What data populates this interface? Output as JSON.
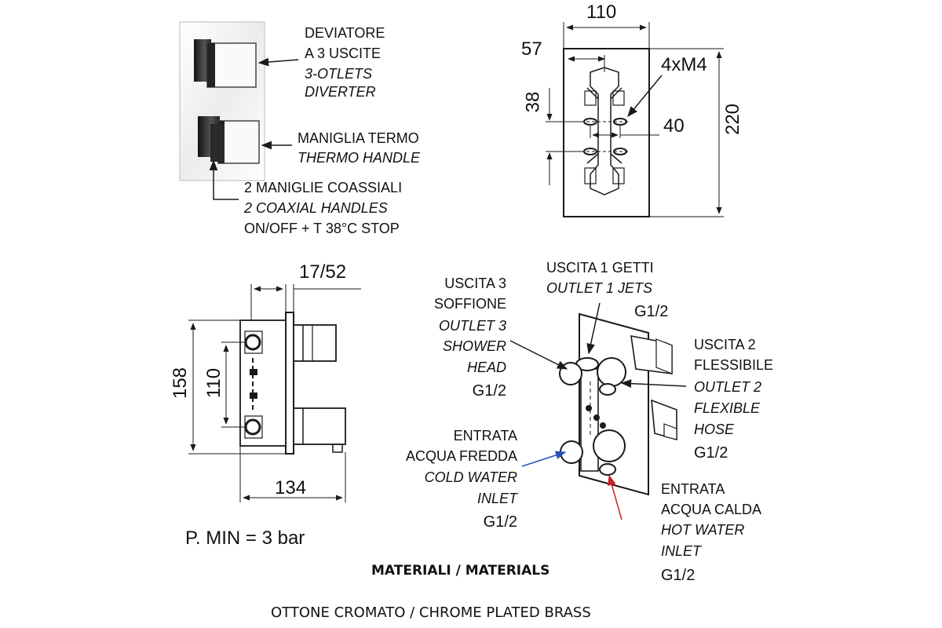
{
  "colors": {
    "line": "#1a1a1a",
    "cold_arrow": "#2b4fb8",
    "hot_arrow": "#c8202b",
    "chrome_light": "#f4f4f4",
    "chrome_dark": "#333333"
  },
  "front_view": {
    "diverter_labels": [
      "DEVIATORE",
      "A 3 USCITE",
      "3-OTLETS",
      "DIVERTER"
    ],
    "thermo_labels": [
      "MANIGLIA TERMO",
      "THERMO HANDLE"
    ],
    "coaxial_labels": [
      "2 MANIGLIE COASSIALI",
      "2 COAXIAL HANDLES",
      "ON/OFF + T 38°C STOP"
    ]
  },
  "rear_view": {
    "dim_width": "110",
    "dim_offset": "57",
    "dim_screws": "4xM4",
    "dim_height": "220",
    "dim_vertical_spacing": "38",
    "dim_horizontal_spacing": "40"
  },
  "side_view": {
    "dim_depth": "17/52",
    "dim_total_height": "158",
    "dim_inner_height": "110",
    "dim_length": "134",
    "pressure": "P. MIN = 3 bar"
  },
  "connections": {
    "outlet_1": [
      "USCITA 1 GETTI",
      "OUTLET 1 JETS",
      "G1/2"
    ],
    "outlet_3": [
      "USCITA 3",
      "SOFFIONE",
      "OUTLET 3",
      "SHOWER",
      "HEAD",
      "G1/2"
    ],
    "outlet_2": [
      "USCITA 2",
      "FLESSIBILE",
      "OUTLET 2",
      "FLEXIBLE",
      "HOSE",
      "G1/2"
    ],
    "cold_inlet": [
      "ENTRATA",
      "ACQUA FREDDA",
      "COLD WATER",
      "INLET",
      "G1/2"
    ],
    "hot_inlet": [
      "ENTRATA",
      "ACQUA CALDA",
      "HOT WATER",
      "INLET",
      "G1/2"
    ]
  },
  "materials": {
    "title": "MATERIALI / MATERIALS",
    "value": "OTTONE CROMATO / CHROME PLATED BRASS"
  }
}
